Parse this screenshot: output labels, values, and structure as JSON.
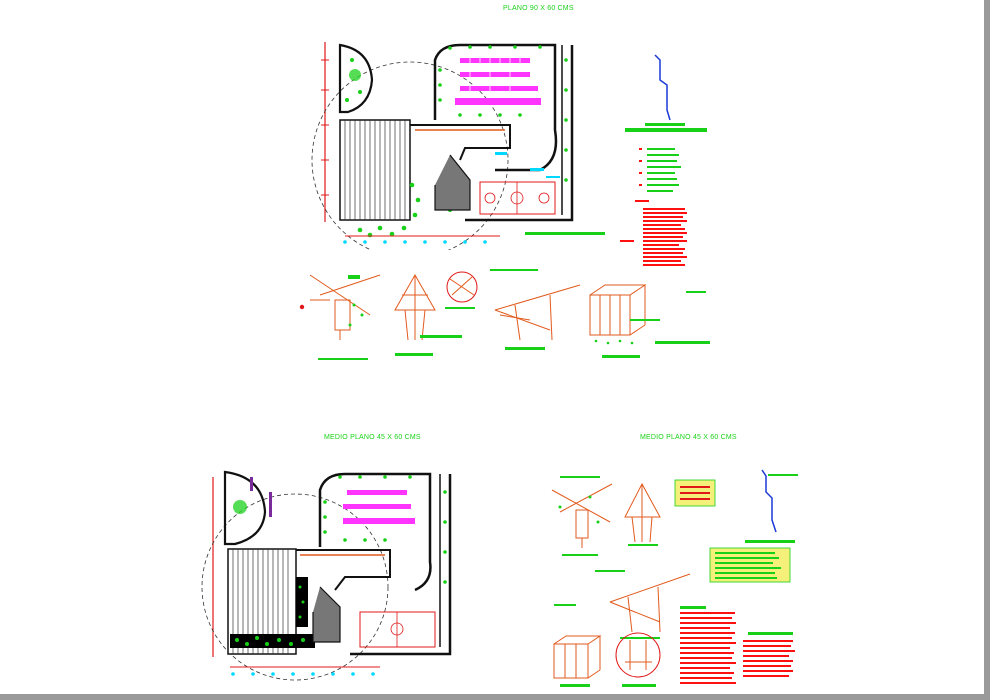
{
  "sheet": {
    "title_top": "PLANO 90 X 60 CMS",
    "title_bottom_left": "MEDIO PLANO  45 X 60 CMS",
    "title_bottom_right": "MEDIO PLANO  45 X 60 CMS"
  },
  "colors": {
    "background": "#ffffff",
    "frame": "#9a9a9a",
    "title_green": "#19d219",
    "walls": "#1a1a1a",
    "dimension_red": "#e01818",
    "vegetation_green": "#18d018",
    "parking_magenta": "#ff35ff",
    "detail_orange": "#e25a1c",
    "axis_cyan": "#00d8ff",
    "note_red": "#ff1010"
  },
  "icons": [
    "hatch-block",
    "tree-symbol",
    "parking-stall",
    "tower-frame",
    "umbrella-structure",
    "cable-beam",
    "grid-cube"
  ]
}
